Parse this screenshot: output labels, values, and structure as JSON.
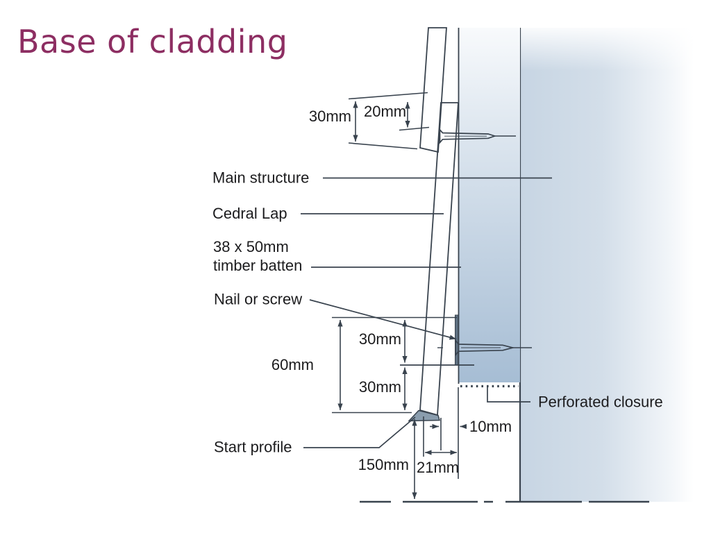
{
  "title": "Base of cladding",
  "labels": {
    "main_structure": "Main structure",
    "cedral_lap": "Cedral Lap",
    "timber_batten_l1": "38 x 50mm",
    "timber_batten_l2": "timber batten",
    "nail_or_screw": "Nail or screw",
    "start_profile": "Start profile",
    "perforated_closure": "Perforated closure"
  },
  "dimensions": {
    "lap_overlap": "30mm",
    "lap_exposed_overlap": "20mm",
    "base_total": "60mm",
    "base_upper": "30mm",
    "base_lower": "30mm",
    "ground_clearance": "150mm",
    "base_projection": "21mm",
    "ventilation_gap": "10mm"
  },
  "colors": {
    "title": "#8d2e62",
    "line": "#39434e",
    "text": "#1c1c1e",
    "wall_blue": "#c7d5e3",
    "board_blue": "#aac1d7",
    "batten_blue": "#a6bdd4"
  }
}
